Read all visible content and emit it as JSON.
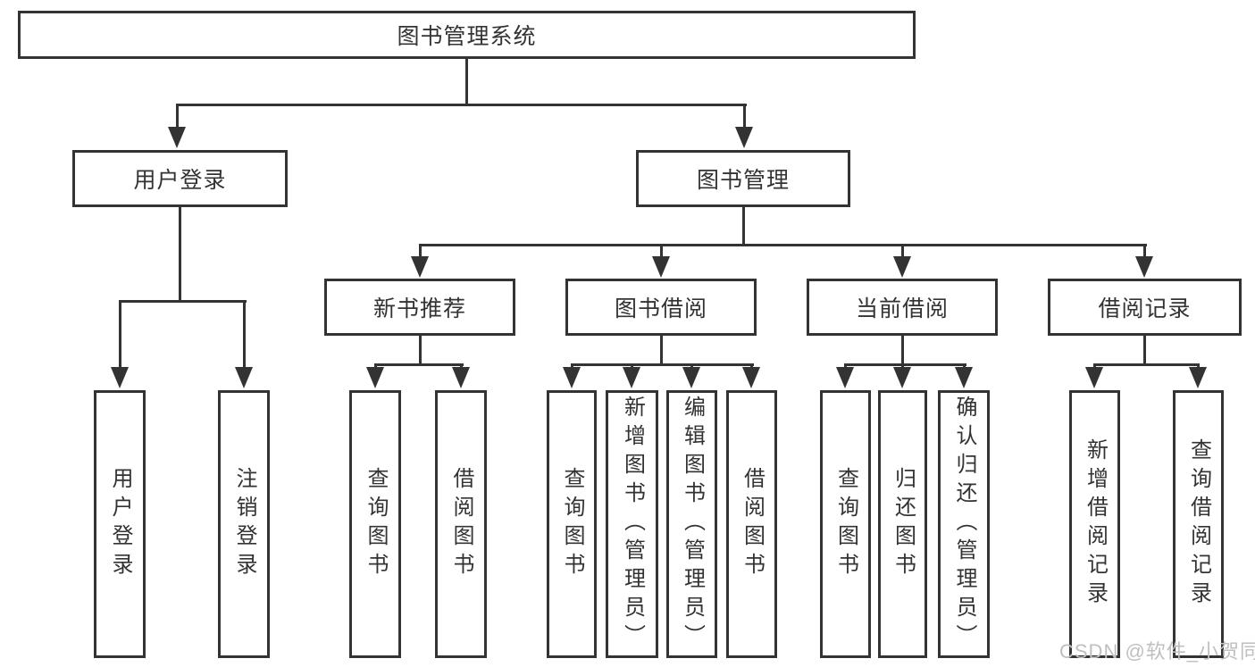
{
  "colors": {
    "line": "#333333",
    "box_border": "#333333",
    "box_background": "#ffffff",
    "text": "#333333",
    "watermark": "#bfbfbf",
    "page_background": "#ffffff"
  },
  "nodes": {
    "root": "图书管理系统",
    "user_login": "用户登录",
    "book_management": "图书管理",
    "new_book_recommend": "新书推荐",
    "book_borrow": "图书借阅",
    "current_borrow": "当前借阅",
    "borrow_records": "借阅记录",
    "leaf_user_login": "用户登录",
    "leaf_logout": "注销登录",
    "leaf_nb_query_books": "查询图书",
    "leaf_nb_borrow_books": "借阅图书",
    "leaf_bb_query_books": "查询图书",
    "leaf_bb_add_books": "新增图书（管理员）",
    "leaf_bb_edit_books": "编辑图书（管理员）",
    "leaf_bb_borrow_books": "借阅图书",
    "leaf_cb_query_books": "查询图书",
    "leaf_cb_return_books": "归还图书",
    "leaf_cb_confirm_return": "确认归还（管理员）",
    "leaf_br_add_record": "新增借阅记录",
    "leaf_br_query_record": "查询借阅记录"
  },
  "hierarchy": {
    "图书管理系统": [
      "用户登录",
      "图书管理"
    ],
    "用户登录": [
      "用户登录",
      "注销登录"
    ],
    "图书管理": [
      "新书推荐",
      "图书借阅",
      "当前借阅",
      "借阅记录"
    ],
    "新书推荐": [
      "查询图书",
      "借阅图书"
    ],
    "图书借阅": [
      "查询图书",
      "新增图书（管理员）",
      "编辑图书（管理员）",
      "借阅图书"
    ],
    "当前借阅": [
      "查询图书",
      "归还图书",
      "确认归还（管理员）"
    ],
    "借阅记录": [
      "新增借阅记录",
      "查询借阅记录"
    ]
  },
  "watermark": {
    "text": "CSDN @软件_小贺同学"
  }
}
